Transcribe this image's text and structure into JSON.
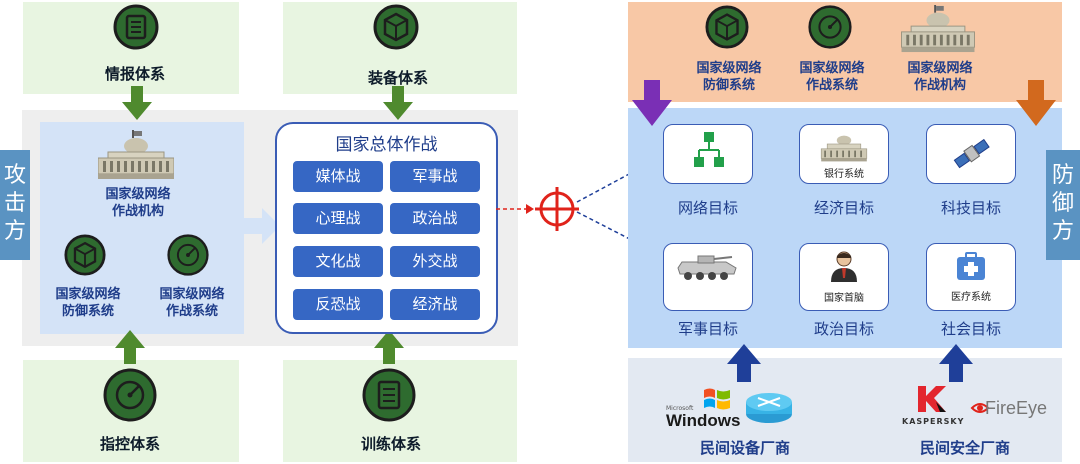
{
  "attack_label": "攻\n击\n方",
  "defense_label": "防\n御\n方",
  "intel_system": "情报体系",
  "equipment_system": "装备体系",
  "command_system": "指控体系",
  "training_system": "训练体系",
  "attack_org": "国家级网络\n作战机构",
  "attack_defense_system": "国家级网络\n防御系统",
  "attack_combat_system": "国家级网络\n作战系统",
  "overall_war_title": "国家总体作战",
  "wars": [
    "媒体战",
    "军事战",
    "心理战",
    "政治战",
    "文化战",
    "外交战",
    "反恐战",
    "经济战"
  ],
  "defense_top": {
    "defense_system": "国家级网络\n防御系统",
    "combat_system": "国家级网络\n作战系统",
    "combat_org": "国家级网络\n作战机构"
  },
  "targets": [
    {
      "label": "网络目标",
      "inner": ""
    },
    {
      "label": "经济目标",
      "inner": "银行系统"
    },
    {
      "label": "科技目标",
      "inner": ""
    },
    {
      "label": "军事目标",
      "inner": ""
    },
    {
      "label": "政治目标",
      "inner": "国家首脑"
    },
    {
      "label": "社会目标",
      "inner": "医疗系统"
    }
  ],
  "vendors": {
    "equipment_vendor": "民间设备厂商",
    "security_vendor": "民间安全厂商",
    "windows_small": "Microsoft",
    "windows_text": "Windows",
    "kaspersky_text": "KASPERSKY",
    "fireeye_text": "FireEye"
  },
  "colors": {
    "arrow_green": "#4f8a2e",
    "arrow_blue": "#1f3f99",
    "arrow_purple": "#7a2fb5",
    "arrow_orange": "#d2691e",
    "target_red": "#e0231b"
  }
}
